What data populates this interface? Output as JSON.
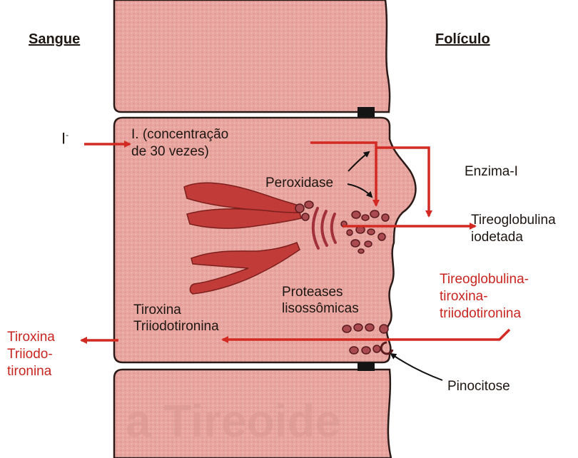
{
  "headers": {
    "left": "Sangue",
    "right": "Folículo"
  },
  "labels": {
    "iodide_in": "I",
    "iodide_sup": "-",
    "concentration_line1": "I. (concentração",
    "concentration_line2": "de 30 vezes)",
    "peroxidase": "Peroxidase",
    "enzyme": "Enzima-I",
    "thyroglobulin_line1": "Tireoglobulina",
    "thyroglobulin_line2": "iodetada",
    "complex_line1": "Tireoglobulina-",
    "complex_line2": "tiroxina-",
    "complex_line3": "triiodotironina",
    "proteases_line1": "Proteases",
    "proteases_line2": "lisossômicas",
    "hormones_in_line1": "Tiroxina",
    "hormones_in_line2": "Triiodotironina",
    "hormones_out_line1": "Tiroxina",
    "hormones_out_line2": "Triiodo-",
    "hormones_out_line3": "tironina",
    "pinocytosis": "Pinocitose",
    "watermark": "a Tireoide"
  },
  "colors": {
    "cell_fill": "#e9a6a0",
    "cell_outline": "#2b1a17",
    "arrow_red": "#d22a22",
    "organelle_red": "#c13b38",
    "vesicle_fill": "#a84a4f",
    "text_dark": "#1e1612",
    "text_red": "#c8251f"
  }
}
